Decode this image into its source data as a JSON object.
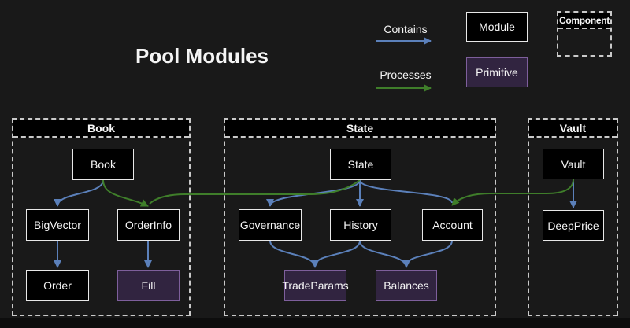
{
  "title": "Pool Modules",
  "legend": {
    "contains": "Contains",
    "processes": "Processes",
    "module": "Module",
    "primitive": "Primitive",
    "component": "Component"
  },
  "colors": {
    "background": "#191919",
    "footer": "#0d0d0d",
    "contains_blue": "#5b80ba",
    "processes_green": "#3f7e2a",
    "module_fill": "#000000",
    "module_border": "#e8e8e8",
    "primitive_fill": "#312440",
    "primitive_border": "#7e5f9c",
    "container_dash": "#c9c9c9",
    "header_fill": "#000000",
    "text": "#f5f5f5"
  },
  "containers": {
    "book": {
      "label": "Book"
    },
    "state": {
      "label": "State"
    },
    "vault": {
      "label": "Vault"
    }
  },
  "nodes": {
    "book": {
      "label": "Book",
      "type": "module"
    },
    "bigvector": {
      "label": "BigVector",
      "type": "module"
    },
    "orderinfo": {
      "label": "OrderInfo",
      "type": "module"
    },
    "order": {
      "label": "Order",
      "type": "module"
    },
    "fill": {
      "label": "Fill",
      "type": "primitive"
    },
    "state": {
      "label": "State",
      "type": "module"
    },
    "governance": {
      "label": "Governance",
      "type": "module"
    },
    "history": {
      "label": "History",
      "type": "module"
    },
    "account": {
      "label": "Account",
      "type": "module"
    },
    "tradeparams": {
      "label": "TradeParams",
      "type": "primitive"
    },
    "balances": {
      "label": "Balances",
      "type": "primitive"
    },
    "vault": {
      "label": "Vault",
      "type": "module"
    },
    "deepprice": {
      "label": "DeepPrice",
      "type": "module"
    }
  },
  "edges": [
    {
      "from": "Book",
      "to": "BigVector",
      "type": "contains"
    },
    {
      "from": "Book",
      "to": "OrderInfo",
      "type": "processes"
    },
    {
      "from": "State",
      "to": "OrderInfo",
      "type": "processes"
    },
    {
      "from": "State",
      "to": "Governance",
      "type": "contains"
    },
    {
      "from": "State",
      "to": "History",
      "type": "contains"
    },
    {
      "from": "State",
      "to": "Account",
      "type": "contains"
    },
    {
      "from": "Vault",
      "to": "Account",
      "type": "processes"
    },
    {
      "from": "Vault",
      "to": "DeepPrice",
      "type": "contains"
    },
    {
      "from": "BigVector",
      "to": "Order",
      "type": "contains"
    },
    {
      "from": "OrderInfo",
      "to": "Fill",
      "type": "contains"
    },
    {
      "from": "Governance",
      "to": "TradeParams",
      "type": "contains"
    },
    {
      "from": "History",
      "to": "TradeParams",
      "type": "contains"
    },
    {
      "from": "History",
      "to": "Balances",
      "type": "contains"
    },
    {
      "from": "Account",
      "to": "Balances",
      "type": "contains"
    }
  ]
}
